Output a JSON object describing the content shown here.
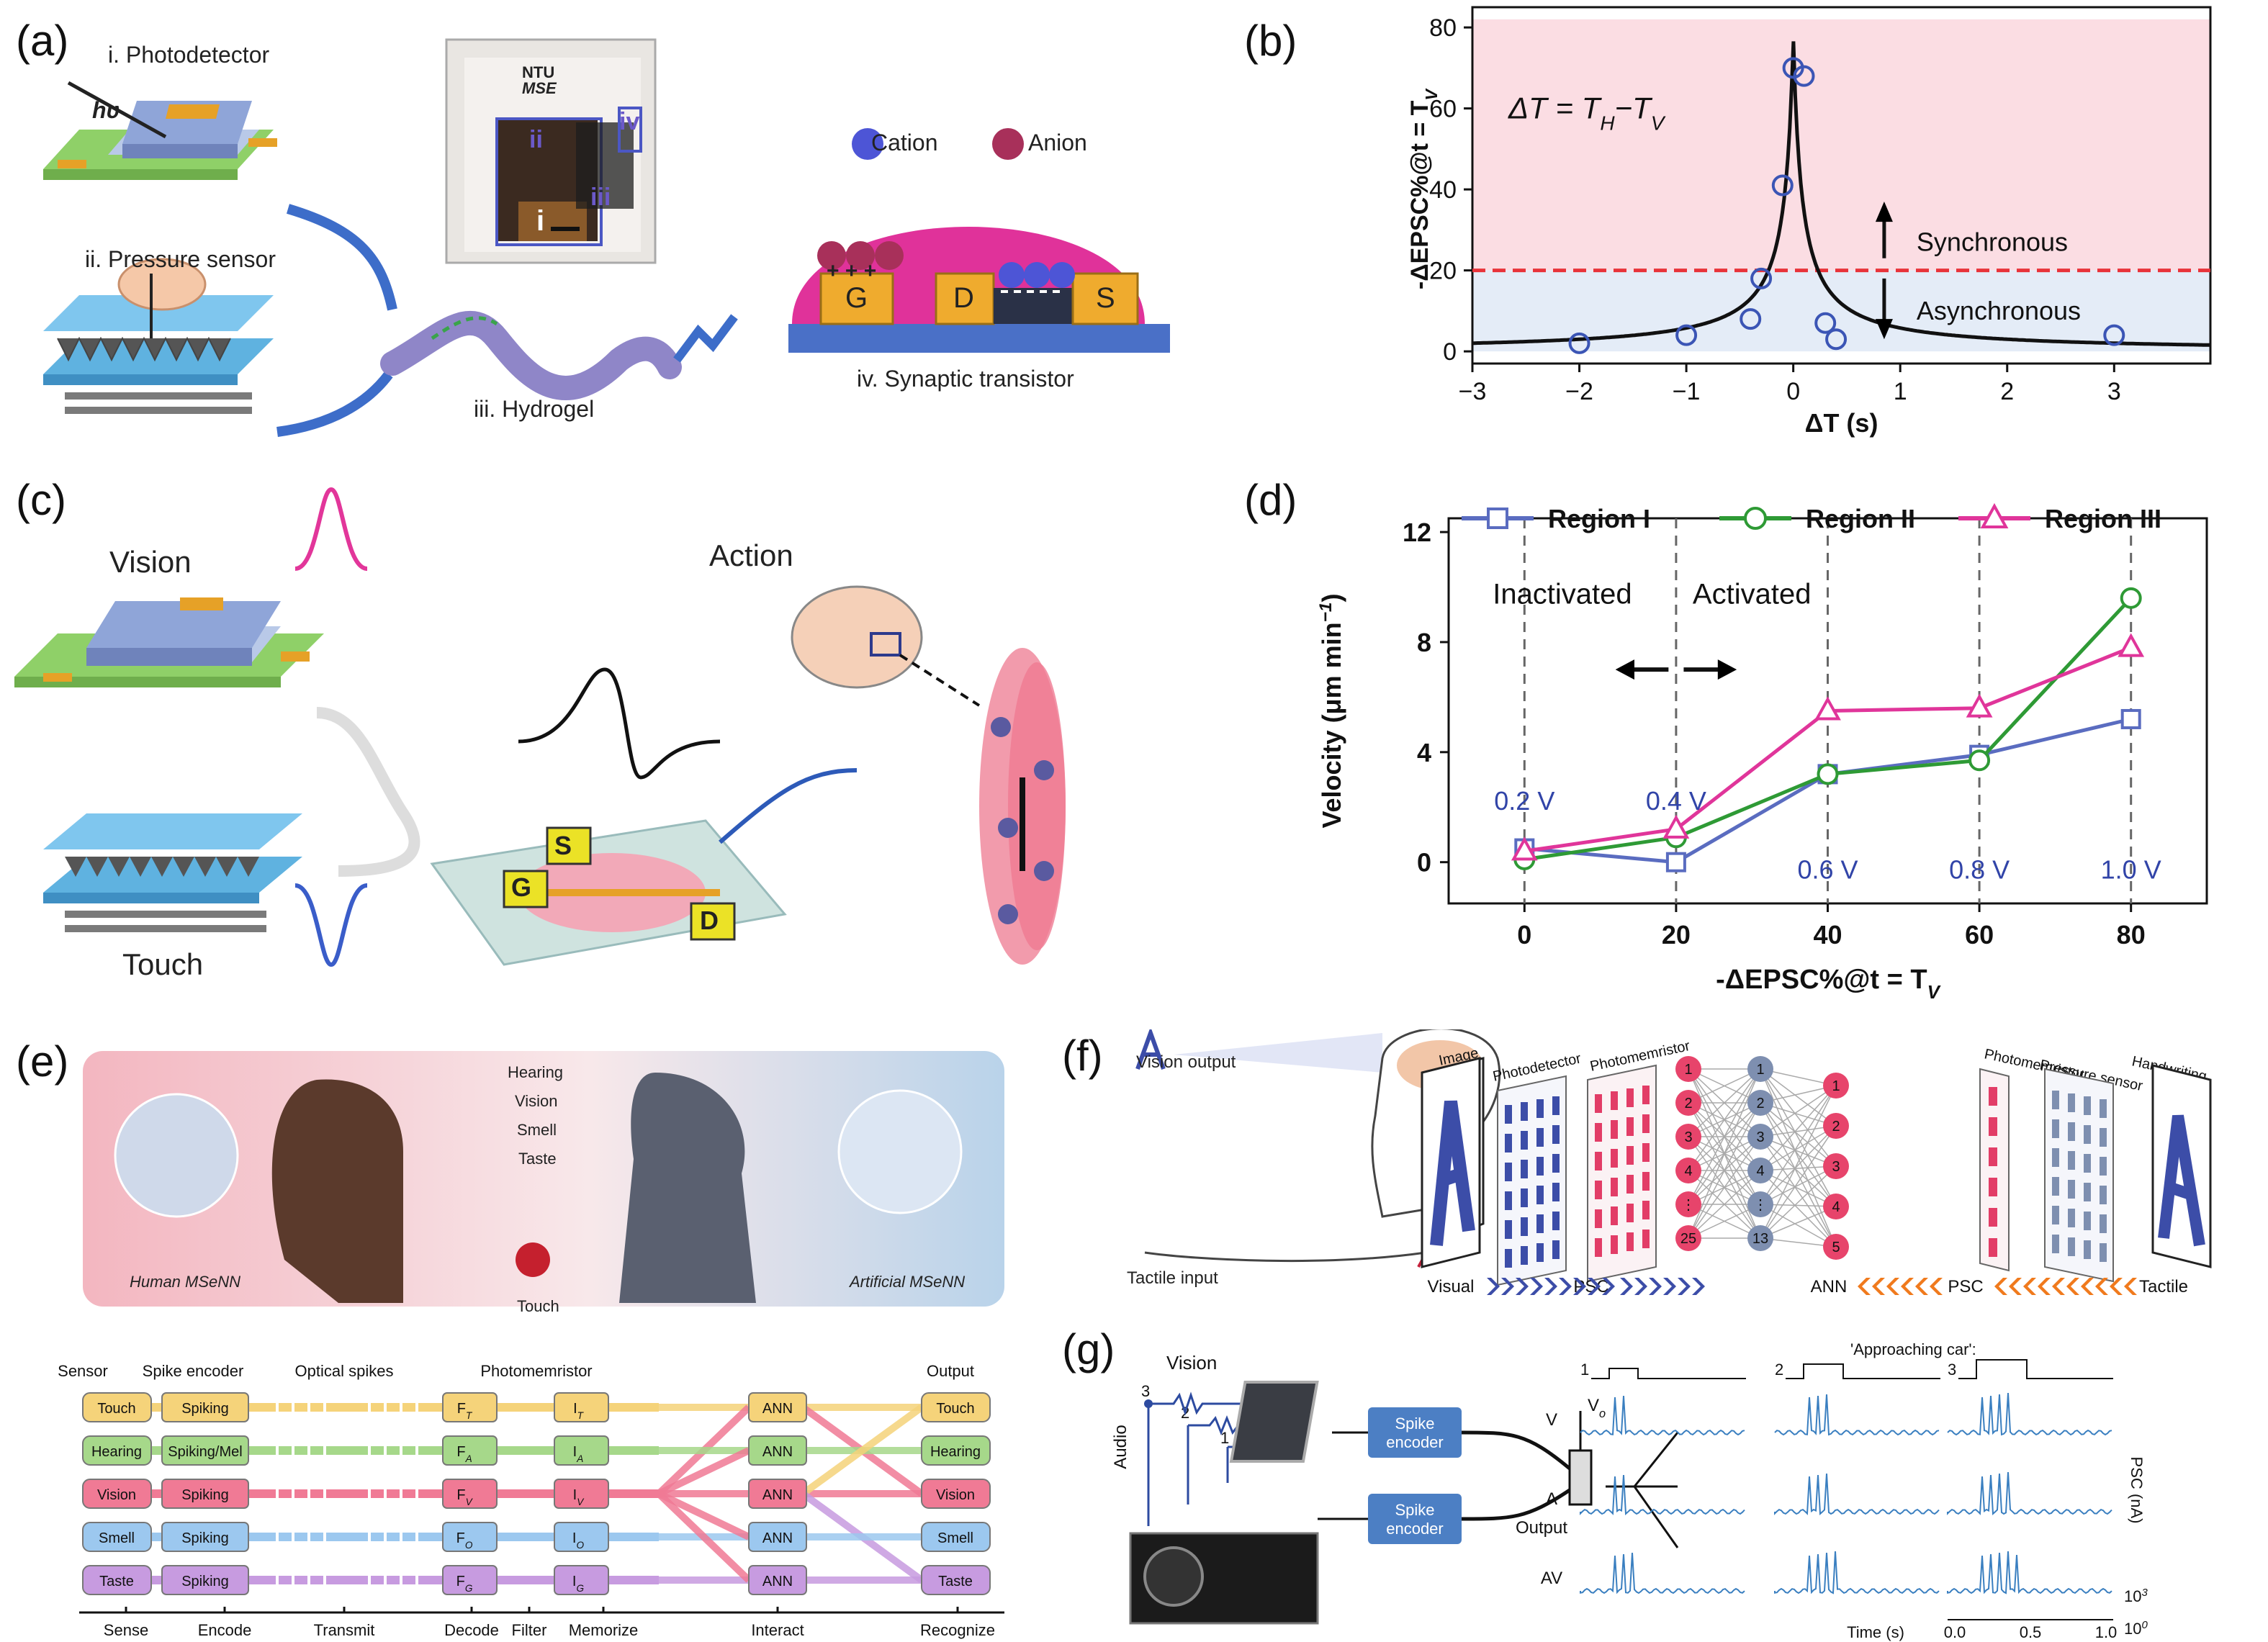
{
  "panels": {
    "a": {
      "label": "(a)",
      "photodetector": "i. Photodetector",
      "hv": "hυ",
      "pressure_sensor": "ii. Pressure sensor",
      "hydrogel": "iii. Hydrogel",
      "synaptic_transistor": "iv. Synaptic transistor",
      "cation": "Cation",
      "anion": "Anion",
      "photo_text_1": "NTU",
      "photo_text_2": "MSE",
      "photo_i": "i",
      "photo_ii": "ii",
      "photo_iii": "iii",
      "photo_iv": "iv",
      "gate": "G",
      "drain": "D",
      "source": "S",
      "plus": "+ + +"
    },
    "b": {
      "label": "(b)"
    },
    "c": {
      "label": "(c)",
      "vision": "Vision",
      "touch": "Touch",
      "action": "Action",
      "s": "S",
      "g": "G",
      "d": "D"
    },
    "d": {
      "label": "(d)"
    },
    "e": {
      "label": "(e)",
      "hearing": "Hearing",
      "vision": "Vision",
      "smell": "Smell",
      "taste": "Taste",
      "touch": "Touch",
      "human": "Human MSeNN",
      "artificial": "Artificial MSeNN",
      "headers": [
        "Sensor",
        "Spike encoder",
        "Optical spikes",
        "Photomemristor",
        "Output"
      ],
      "rows": [
        {
          "sensor": "Touch",
          "enc": "Spiking",
          "f": "F",
          "fs": "T",
          "i": "I",
          "is": "T",
          "out": "Touch",
          "color": "#f5d37a"
        },
        {
          "sensor": "Hearing",
          "enc": "Spiking/Mel",
          "f": "F",
          "fs": "A",
          "i": "I",
          "is": "A",
          "out": "Hearing",
          "color": "#a6d88a"
        },
        {
          "sensor": "Vision",
          "enc": "Spiking",
          "f": "F",
          "fs": "V",
          "i": "I",
          "is": "V",
          "out": "Vision",
          "color": "#f07a95"
        },
        {
          "sensor": "Smell",
          "enc": "Spiking",
          "f": "F",
          "fs": "O",
          "i": "I",
          "is": "O",
          "out": "Smell",
          "color": "#9cc8ef"
        },
        {
          "sensor": "Taste",
          "enc": "Spiking",
          "f": "F",
          "fs": "G",
          "i": "I",
          "is": "G",
          "out": "Taste",
          "color": "#c79be0"
        }
      ],
      "ann": "ANN",
      "steps": [
        "Sense",
        "Encode",
        "Transmit",
        "Decode",
        "Filter",
        "Memorize",
        "Interact",
        "Recognize"
      ]
    },
    "f": {
      "label": "(f)",
      "vision_output": "Vision output",
      "tactile_input": "Tactile input",
      "image": "Image",
      "photodetector": "Photodetector",
      "photomemristor": "Photomemristor",
      "photomemristor2": "Photomemristor",
      "pressure_sensor": "Pressure sensor",
      "handwriting": "Handwriting",
      "letter": "A",
      "col1": [
        "1",
        "2",
        "3",
        "4",
        "⋮",
        "25"
      ],
      "col2": [
        "1",
        "2",
        "3",
        "4",
        "⋮",
        "13"
      ],
      "col3": [
        "1",
        "2",
        "3",
        "4",
        "5"
      ],
      "flow": [
        "Visual",
        "PSC",
        "ANN",
        "PSC",
        "Tactile"
      ]
    },
    "g": {
      "label": "(g)",
      "vision": "Vision",
      "audio": "Audio",
      "n3": "3",
      "n2": "2",
      "n1": "1",
      "spike_encoder": "Spike encoder",
      "vo": "V",
      "vo_sub": "o",
      "output": "Output",
      "approaching": "'Approaching car':",
      "cols": [
        "1",
        "2",
        "3"
      ],
      "rows": [
        "V",
        "A",
        "AV"
      ],
      "psc": "PSC (nA)",
      "y_top": "10",
      "y_top_sup": "3",
      "y_bot": "10",
      "y_bot_sup": "0",
      "time": "Time (s)",
      "xticks": [
        "0.0",
        "0.5",
        "1.0"
      ]
    }
  },
  "chart_data": [
    {
      "type": "scatter",
      "panel": "b",
      "xlabel": "ΔT (s)",
      "ylabel": "-ΔEPSC%@t = T",
      "ylabel_sub": "V",
      "xlim": [
        -3,
        3.9
      ],
      "ylim": [
        -3,
        85
      ],
      "xticks": [
        -3,
        -2,
        -1,
        0,
        1,
        2,
        3
      ],
      "yticks": [
        0,
        20,
        40,
        60,
        80
      ],
      "annotation": "ΔT = T",
      "annotation_subs": [
        "H",
        "V"
      ],
      "threshold": 20,
      "region_labels": [
        "Synchronous",
        "Asynchronous"
      ],
      "points": [
        {
          "x": -2,
          "y": 2
        },
        {
          "x": -1,
          "y": 4
        },
        {
          "x": -0.4,
          "y": 8
        },
        {
          "x": -0.3,
          "y": 18
        },
        {
          "x": -0.1,
          "y": 41
        },
        {
          "x": 0,
          "y": 70
        },
        {
          "x": 0.1,
          "y": 68
        },
        {
          "x": 0.3,
          "y": 7
        },
        {
          "x": 0.4,
          "y": 3
        },
        {
          "x": 3,
          "y": 4
        }
      ],
      "fit_peak": 78,
      "colors": {
        "points": "#3b55b5",
        "threshold": "#e8333a",
        "sync_bg": "#fbdde3",
        "async_bg": "#e4ecf7"
      }
    },
    {
      "type": "line",
      "panel": "d",
      "xlabel": "-ΔEPSC%@t = T",
      "xlabel_sub": "V",
      "ylabel": "Velocity (μm min",
      "ylabel_sup": "−1",
      "ylabel_end": ")",
      "xlim": [
        -10,
        90
      ],
      "ylim": [
        -1.5,
        12.5
      ],
      "x": [
        0,
        20,
        40,
        60,
        80
      ],
      "xticks": [
        0,
        20,
        40,
        60,
        80
      ],
      "yticks": [
        0,
        4,
        8,
        12
      ],
      "series": [
        {
          "name": "Region I",
          "values": [
            0.5,
            0.0,
            3.2,
            3.9,
            5.2
          ],
          "color": "#5a6cc0",
          "marker": "square"
        },
        {
          "name": "Region II",
          "values": [
            0.1,
            0.9,
            3.2,
            3.7,
            9.6
          ],
          "color": "#2e9a35",
          "marker": "circle"
        },
        {
          "name": "Region III",
          "values": [
            0.4,
            1.2,
            5.5,
            5.6,
            7.8
          ],
          "color": "#e0359a",
          "marker": "triangle"
        }
      ],
      "voltages": [
        "0.2 V",
        "0.4 V",
        "0.6 V",
        "0.8 V",
        "1.0 V"
      ],
      "inactivated": "Inactivated",
      "activated": "Activated"
    }
  ]
}
